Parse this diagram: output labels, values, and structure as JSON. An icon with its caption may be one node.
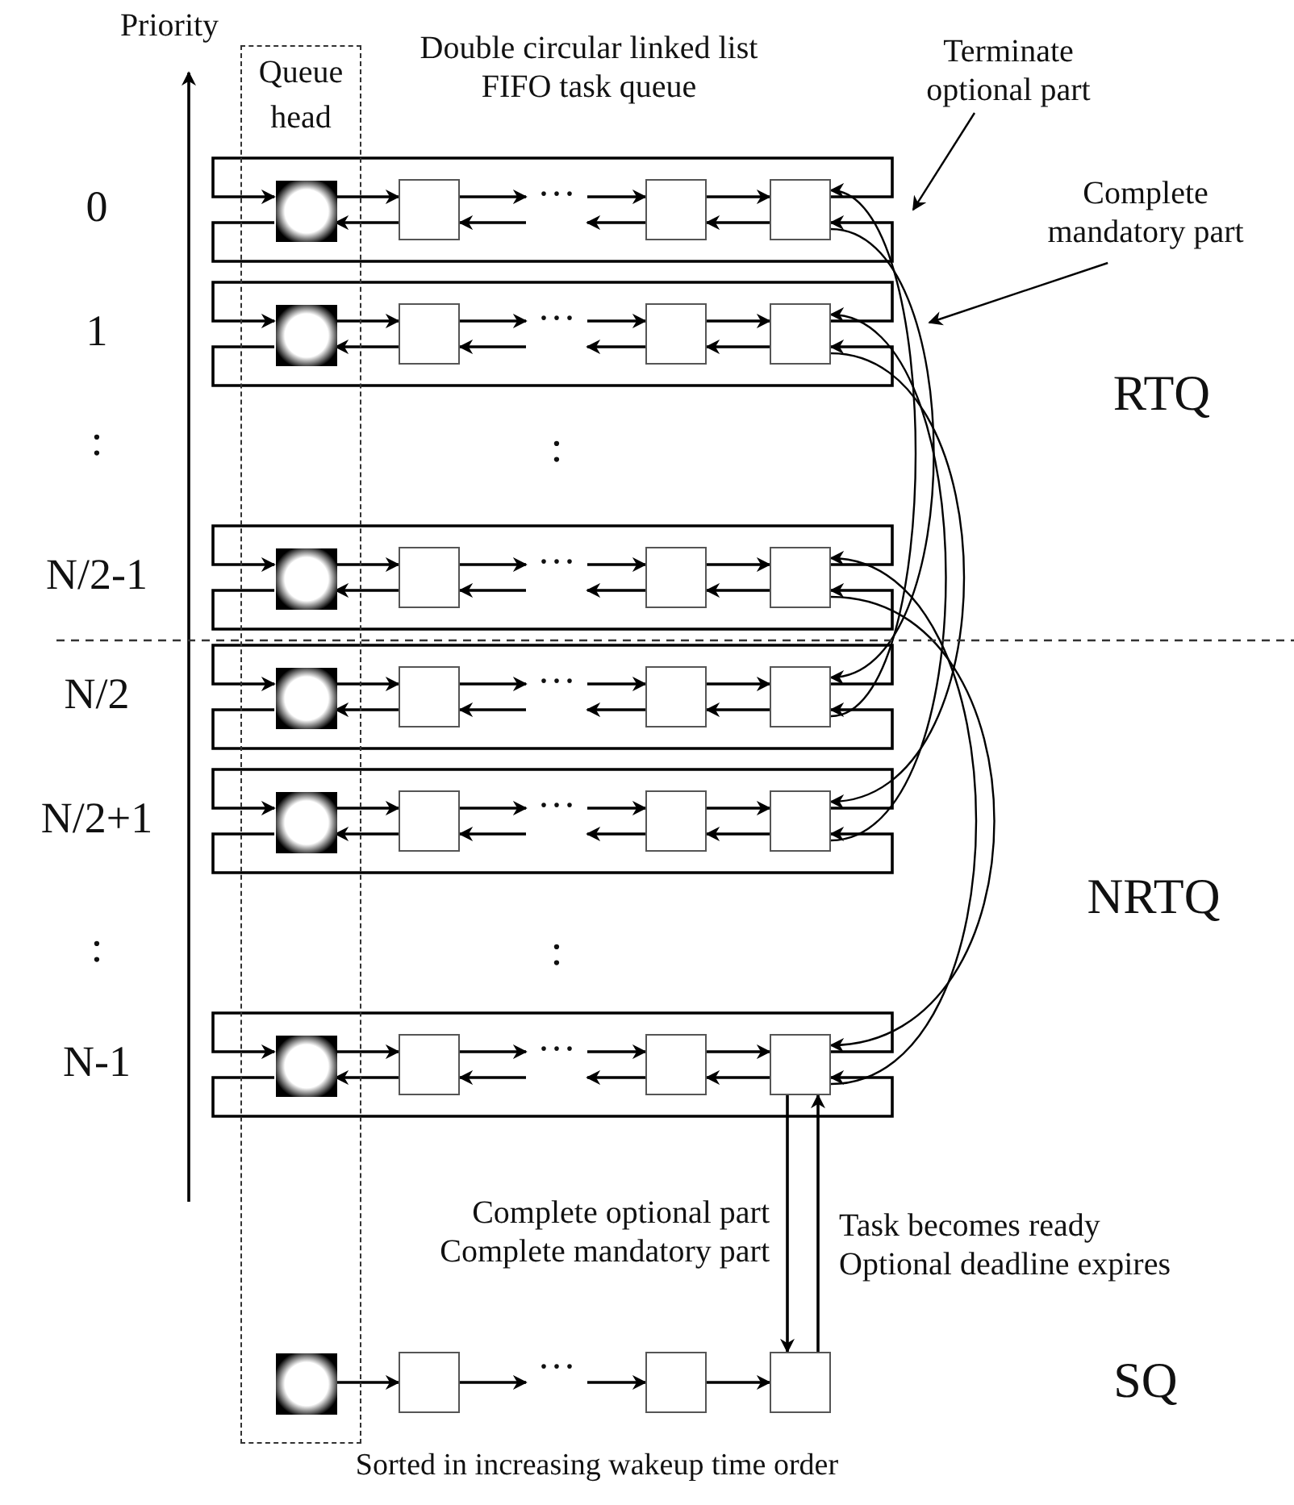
{
  "diagram": {
    "nodes": [
      {
        "text": [
          "Queue head"
        ]
      },
      {
        "text": [],
        "shape": "circle",
        "in": 0
      },
      {
        "text": [],
        "shape": "box"
      },
      {
        "text": [
          "···"
        ]
      },
      {
        "text": [],
        "shape": "box"
      },
      {
        "text": [],
        "shape": "box"
      },
      {
        "text": [],
        "shape": "circle",
        "in": 0
      },
      {
        "text": [],
        "shape": "box"
      },
      {
        "text": [
          "···"
        ]
      },
      {
        "text": [],
        "shape": "box"
      },
      {
        "text": [],
        "shape": "box"
      },
      {
        "text": [],
        "shape": "circle",
        "in": 0
      },
      {
        "text": [],
        "shape": "box"
      },
      {
        "text": [
          "···"
        ]
      },
      {
        "text": [],
        "shape": "box"
      },
      {
        "text": [],
        "shape": "box"
      },
      {
        "text": [],
        "shape": "circle",
        "in": 0
      },
      {
        "text": [],
        "shape": "box"
      },
      {
        "text": [
          "···"
        ]
      },
      {
        "text": [],
        "shape": "box"
      },
      {
        "text": [],
        "shape": "box"
      },
      {
        "text": [],
        "shape": "circle",
        "in": 0
      },
      {
        "text": [],
        "shape": "box"
      },
      {
        "text": [
          "···"
        ]
      },
      {
        "text": [],
        "shape": "box"
      },
      {
        "text": [],
        "shape": "box"
      },
      {
        "text": [],
        "shape": "circle",
        "in": 0
      },
      {
        "text": [],
        "shape": "box"
      },
      {
        "text": [
          "···"
        ]
      },
      {
        "text": [],
        "shape": "box"
      },
      {
        "text": [],
        "shape": "box"
      },
      {
        "text": [],
        "shape": "circle",
        "in": 0
      },
      {
        "text": [],
        "shape": "box"
      },
      {
        "text": [
          "···"
        ]
      },
      {
        "text": [],
        "shape": "box"
      },
      {
        "text": [],
        "shape": "box"
      },
      {
        "text": [
          "Terminate optional part"
        ]
      },
      {
        "text": [
          "Complete mandatory part"
        ]
      }
    ],
    "edges": [
      {
        "from": 1,
        "to": 2,
        "arrow": "to"
      },
      {
        "from": 2,
        "to": 1,
        "arrow": "to"
      },
      {
        "from": 2,
        "to": 3,
        "arrow": "to"
      },
      {
        "from": 3,
        "to": 4,
        "arrow": "to"
      },
      {
        "from": 4,
        "to": 5,
        "arrow": "to"
      },
      {
        "from": 5,
        "to": 4,
        "arrow": "to"
      },
      {
        "from": 4,
        "to": 3,
        "arrow": "to"
      },
      {
        "from": 3,
        "to": 2,
        "arrow": "to"
      },
      {
        "from": 5,
        "to": 1,
        "arrow": "to"
      },
      {
        "from": 1,
        "to": 5,
        "arrow": "to"
      },
      {
        "from": 6,
        "to": 7,
        "arrow": "to"
      },
      {
        "from": 7,
        "to": 6,
        "arrow": "to"
      },
      {
        "from": 7,
        "to": 8,
        "arrow": "to"
      },
      {
        "from": 8,
        "to": 9,
        "arrow": "to"
      },
      {
        "from": 9,
        "to": 10,
        "arrow": "to"
      },
      {
        "from": 10,
        "to": 9,
        "arrow": "to"
      },
      {
        "from": 9,
        "to": 8,
        "arrow": "to"
      },
      {
        "from": 8,
        "to": 7,
        "arrow": "to"
      },
      {
        "from": 10,
        "to": 6,
        "arrow": "to"
      },
      {
        "from": 6,
        "to": 10,
        "arrow": "to"
      },
      {
        "from": 11,
        "to": 12,
        "arrow": "to"
      },
      {
        "from": 12,
        "to": 11,
        "arrow": "to"
      },
      {
        "from": 12,
        "to": 13,
        "arrow": "to"
      },
      {
        "from": 13,
        "to": 14,
        "arrow": "to"
      },
      {
        "from": 14,
        "to": 15,
        "arrow": "to"
      },
      {
        "from": 15,
        "to": 14,
        "arrow": "to"
      },
      {
        "from": 14,
        "to": 13,
        "arrow": "to"
      },
      {
        "from": 13,
        "to": 12,
        "arrow": "to"
      },
      {
        "from": 15,
        "to": 11,
        "arrow": "to"
      },
      {
        "from": 11,
        "to": 15,
        "arrow": "to"
      },
      {
        "from": 16,
        "to": 17,
        "arrow": "to"
      },
      {
        "from": 17,
        "to": 16,
        "arrow": "to"
      },
      {
        "from": 17,
        "to": 18,
        "arrow": "to"
      },
      {
        "from": 18,
        "to": 19,
        "arrow": "to"
      },
      {
        "from": 19,
        "to": 20,
        "arrow": "to"
      },
      {
        "from": 20,
        "to": 19,
        "arrow": "to"
      },
      {
        "from": 19,
        "to": 18,
        "arrow": "to"
      },
      {
        "from": 18,
        "to": 17,
        "arrow": "to"
      },
      {
        "from": 20,
        "to": 16,
        "arrow": "to"
      },
      {
        "from": 16,
        "to": 20,
        "arrow": "to"
      },
      {
        "from": 21,
        "to": 22,
        "arrow": "to"
      },
      {
        "from": 22,
        "to": 21,
        "arrow": "to"
      },
      {
        "from": 22,
        "to": 23,
        "arrow": "to"
      },
      {
        "from": 23,
        "to": 24,
        "arrow": "to"
      },
      {
        "from": 24,
        "to": 25,
        "arrow": "to"
      },
      {
        "from": 25,
        "to": 24,
        "arrow": "to"
      },
      {
        "from": 24,
        "to": 23,
        "arrow": "to"
      },
      {
        "from": 23,
        "to": 22,
        "arrow": "to"
      },
      {
        "from": 25,
        "to": 21,
        "arrow": "to"
      },
      {
        "from": 21,
        "to": 25,
        "arrow": "to"
      },
      {
        "from": 26,
        "to": 27,
        "arrow": "to"
      },
      {
        "from": 27,
        "to": 26,
        "arrow": "to"
      },
      {
        "from": 27,
        "to": 28,
        "arrow": "to"
      },
      {
        "from": 28,
        "to": 29,
        "arrow": "to"
      },
      {
        "from": 29,
        "to": 30,
        "arrow": "to"
      },
      {
        "from": 30,
        "to": 29,
        "arrow": "to"
      },
      {
        "from": 29,
        "to": 28,
        "arrow": "to"
      },
      {
        "from": 28,
        "to": 27,
        "arrow": "to"
      },
      {
        "from": 30,
        "to": 26,
        "arrow": "to"
      },
      {
        "from": 26,
        "to": 30,
        "arrow": "to"
      },
      {
        "from": 31,
        "to": 32,
        "arrow": "to"
      },
      {
        "from": 32,
        "to": 33,
        "arrow": "to"
      },
      {
        "from": 33,
        "to": 34,
        "arrow": "to"
      },
      {
        "from": 34,
        "to": 35,
        "arrow": "to"
      },
      {
        "from": 5,
        "to": 20,
        "arrow": "to"
      },
      {
        "from": 10,
        "to": 25,
        "arrow": "to"
      },
      {
        "from": 15,
        "to": 30,
        "arrow": "to"
      },
      {
        "from": 20,
        "to": 5,
        "arrow": "to"
      },
      {
        "from": 25,
        "to": 10,
        "arrow": "to"
      },
      {
        "from": 30,
        "to": 15,
        "arrow": "to"
      },
      {
        "from": 30,
        "to": 35,
        "arrow": "to",
        "label": "Complete optional part Complete mandatory part"
      },
      {
        "from": 35,
        "to": 30,
        "arrow": "to",
        "label": "Task becomes ready Optional deadline expires"
      },
      {
        "from": 36,
        "to": null,
        "arrow": "to"
      },
      {
        "from": 37,
        "to": null,
        "arrow": "to"
      }
    ],
    "labels": [
      "Priority",
      "Double circular linked list FIFO task queue",
      "0",
      "1",
      "RTQ",
      ":",
      ":",
      "N/2-1",
      "N/2",
      "N/2+1",
      "NRTQ",
      ":",
      ":",
      "N-1",
      "SQ",
      "Sorted in increasing wakeup time order"
    ]
  }
}
